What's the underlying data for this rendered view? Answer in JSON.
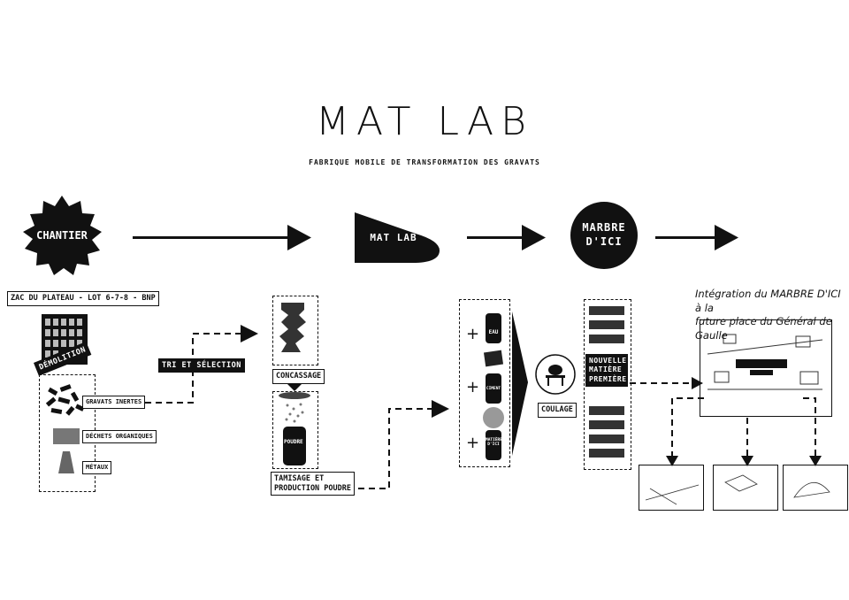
{
  "header": {
    "title": "MAT LAB",
    "subtitle": "FABRIQUE MOBILE DE TRANSFORMATION DES GRAVATS"
  },
  "stages": {
    "chantier": "CHANTIER",
    "matlab": "MAT LAB",
    "marbre": [
      "MARBRE",
      "D'ICI"
    ]
  },
  "chantier_detail": {
    "site": "ZAC DU PLATEAU - LOT 6-7-8 - BNP",
    "demolition": "DÉMOLITION",
    "items": [
      "GRAVATS INERTES",
      "DÉCHETS ORGANIQUES",
      "MÉTAUX"
    ]
  },
  "tri_label": "TRI ET SÉLECTION",
  "concassage": "CONCASSAGE",
  "poudre_tag": "POUDRE",
  "tamisage": [
    "TAMISAGE ET",
    "PRODUCTION POUDRE"
  ],
  "ingredients": [
    "EAU",
    "CIMENT",
    "MATIÈRE D'ICI"
  ],
  "coulage": "COULAGE",
  "nouvelle": [
    "NOUVELLE",
    "MATIÈRE",
    "PREMIÈRE"
  ],
  "integration": {
    "line1": "Intégration du MARBRE D'ICI à la",
    "line2": "future place du Général de Gaulle"
  }
}
